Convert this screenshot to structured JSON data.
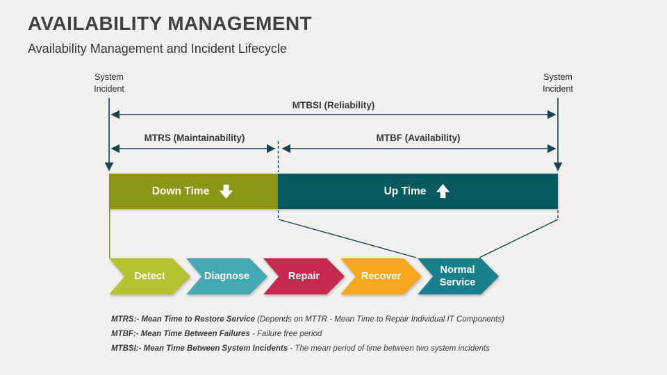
{
  "slide": {
    "title": "AVAILABILITY MANAGEMENT",
    "subtitle": "Availability Management and Incident Lifecycle"
  },
  "diagram": {
    "incident_left": "System Incident",
    "incident_right": "System Incident",
    "arrows": {
      "mtbsi": "MTBSI (Reliability)",
      "mtrs": "MTRS (Maintainability)",
      "mtbf": "MTBF (Availability)"
    },
    "bars": {
      "down": {
        "label": "Down Time",
        "color": "#8d9614",
        "icon": "down-arrow-icon"
      },
      "up": {
        "label": "Up Time",
        "color": "#045a5e",
        "icon": "up-arrow-icon"
      }
    },
    "steps": [
      {
        "label": "Detect",
        "color": "#b6c22f"
      },
      {
        "label": "Diagnose",
        "color": "#45a8b2"
      },
      {
        "label": "Repair",
        "color": "#c5294e"
      },
      {
        "label": "Recover",
        "color": "#f5a81d"
      },
      {
        "label": "Normal Service",
        "color": "#17808a"
      }
    ],
    "line_color": "#17444f"
  },
  "notes": [
    {
      "term": "MTRS:- Mean Time to Restore Service",
      "desc": " (Depends on MTTR - Mean Time to Repair Individual IT Components)"
    },
    {
      "term": "MTBF:- Mean Time Between Failures",
      "desc": " - Failure free period"
    },
    {
      "term": "MTBSI:- Mean Time Between System Incidents",
      "desc": " - The mean period of time between two system incidents"
    }
  ]
}
